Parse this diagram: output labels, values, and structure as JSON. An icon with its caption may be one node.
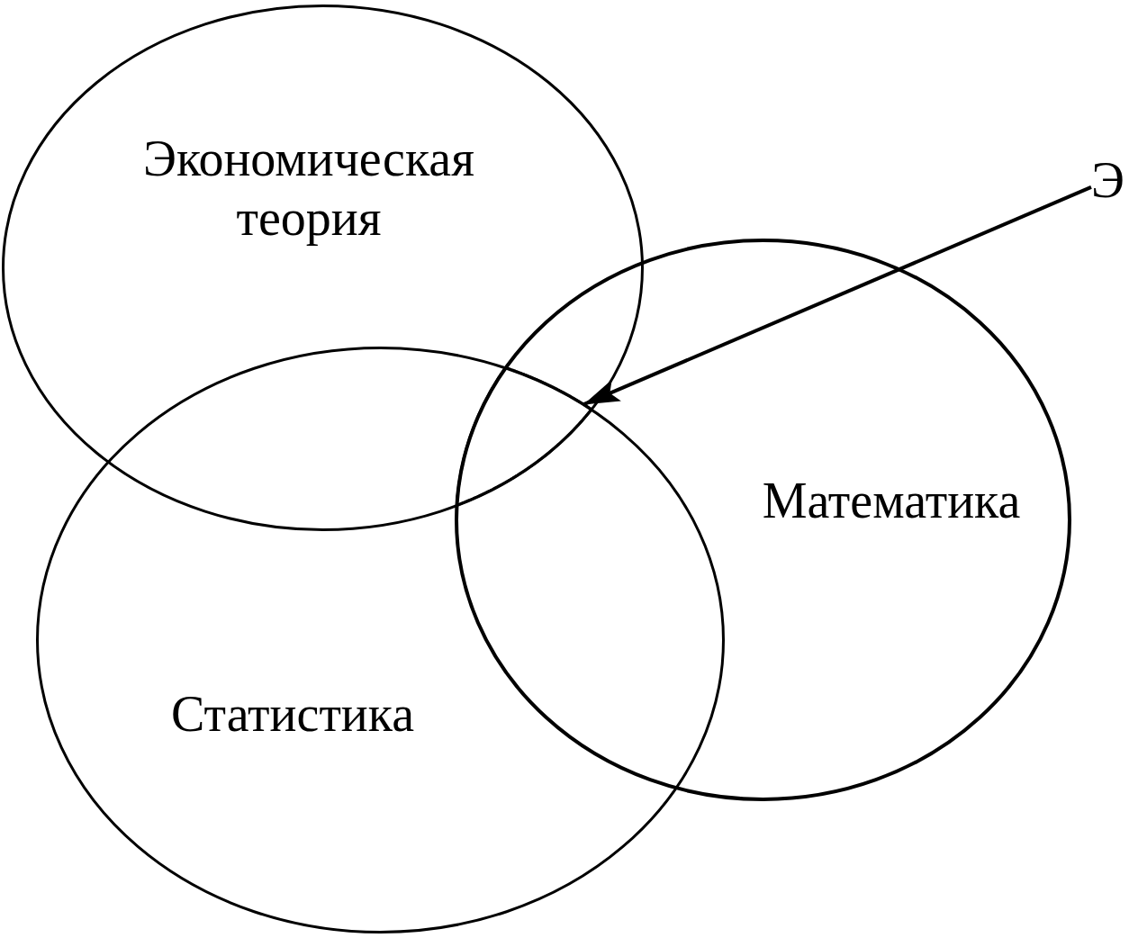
{
  "diagram": {
    "nodes": [
      {
        "text": [
          "Экономическая теория"
        ]
      },
      {
        "text": [
          "Э"
        ]
      },
      {
        "text": [
          "Математика"
        ]
      },
      {
        "text": [
          "Статистика"
        ]
      },
      {
        "text": [],
        "shape": "region"
      }
    ],
    "edges": [
      {
        "from": 1,
        "to": 4,
        "arrow": "to"
      }
    ]
  }
}
